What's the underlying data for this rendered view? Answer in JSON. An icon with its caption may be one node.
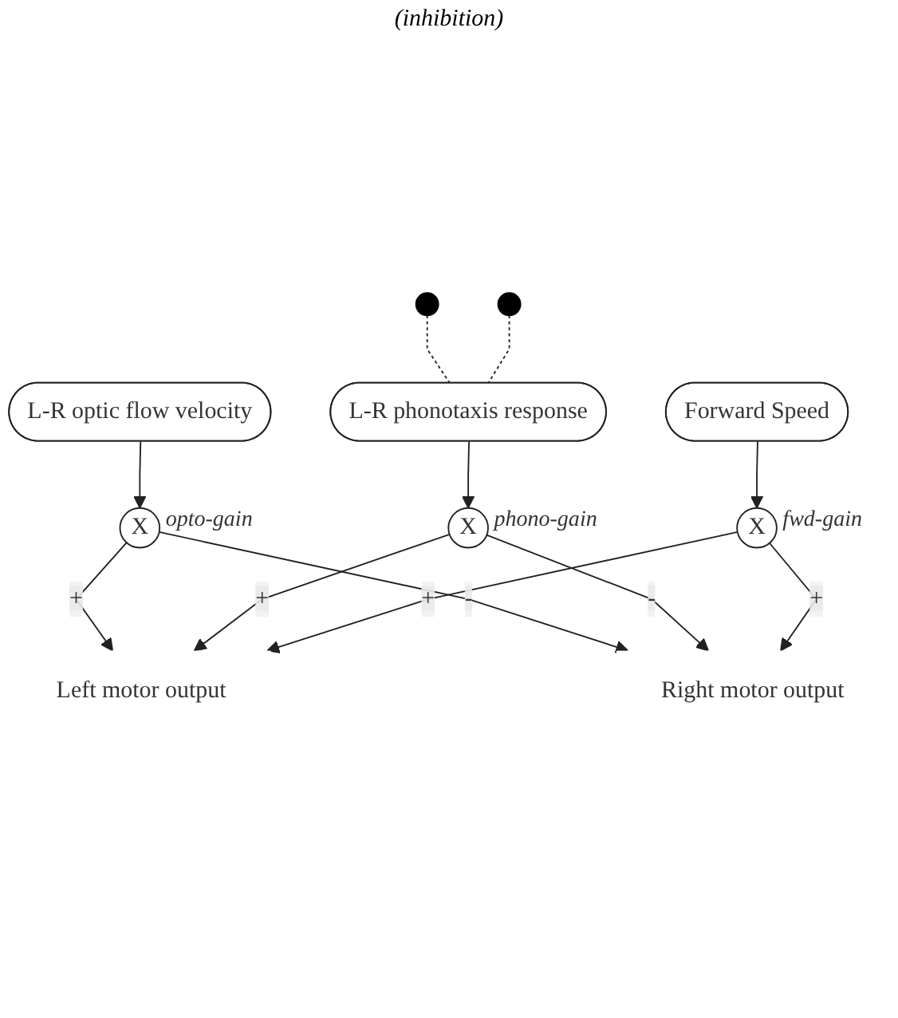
{
  "diagram": {
    "nodes": [
      {
        "text": [
          "L-R optic flow velocity"
        ]
      },
      {
        "text": [
          "X"
        ],
        "beside": [
          "opto-gain"
        ]
      },
      {
        "text": [],
        "shape": "circle"
      },
      {
        "text": [],
        "shape": "circle"
      },
      {
        "text": [
          "L-R phonotaxis response"
        ]
      },
      {
        "text": [
          "X"
        ],
        "beside": [
          "phono-gain"
        ]
      },
      {
        "text": [
          "Left motor output"
        ]
      },
      {
        "text": [
          "Right motor output"
        ]
      },
      {
        "text": [
          "X"
        ],
        "beside": [
          "fwd-gain"
        ]
      },
      {
        "text": [
          "Forward Speed"
        ]
      }
    ],
    "edges": [
      {
        "from": 0,
        "to": 1,
        "arrow": "to"
      },
      {
        "from": 1,
        "to": 6,
        "arrow": "to",
        "label": "+"
      },
      {
        "from": 1,
        "to": 7,
        "arrow": "to",
        "label": "-"
      },
      {
        "from": 2,
        "to": 4,
        "arrow": "none",
        "style": "dashed"
      },
      {
        "from": 3,
        "to": 4,
        "arrow": "none",
        "style": "dashed"
      },
      {
        "from": 4,
        "to": 5,
        "arrow": "to"
      },
      {
        "from": 5,
        "to": 6,
        "arrow": "to",
        "label": "+"
      },
      {
        "from": 5,
        "to": 7,
        "arrow": "to",
        "label": "-"
      },
      {
        "from": 9,
        "to": 8,
        "arrow": "to"
      },
      {
        "from": 8,
        "to": 6,
        "arrow": "to",
        "label": "+"
      },
      {
        "from": 8,
        "to": 7,
        "arrow": "to",
        "label": "+"
      }
    ],
    "labels": [
      "(inhibition)"
    ]
  }
}
